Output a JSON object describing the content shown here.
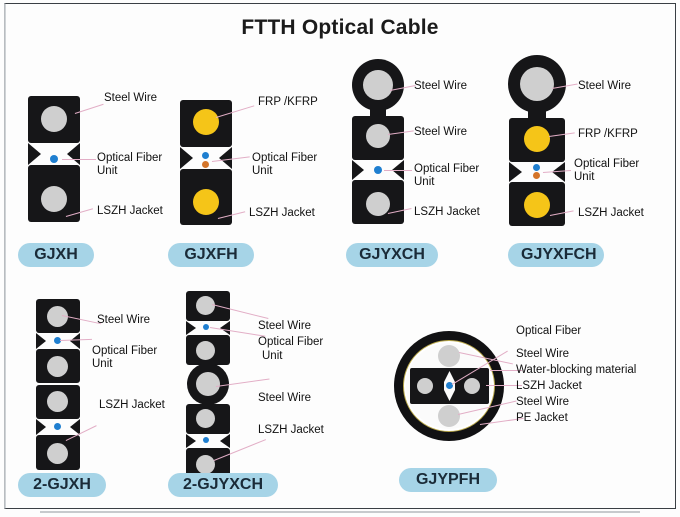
{
  "poster": {
    "title": "FTTH Optical Cable",
    "background_color": "#fdfdfd",
    "border_color": "#3a3f44",
    "pill_color": "#a6d4e7",
    "leader_color": "#e2aec6",
    "jacket_color": "#161618",
    "steel_color": "#cfcfcf",
    "frp_color": "#f5c518",
    "fiber_color": "#1f7fd0",
    "waterblock_color": "#b9a84a"
  },
  "labels": {
    "steel_wire": "Steel Wire",
    "optical_fiber_unit_l1": "Optical Fiber",
    "optical_fiber_unit_l2": "Unit",
    "lszh_jacket": "LSZH Jacket",
    "frp_kfrp": "FRP /KFRP",
    "optical_fiber": "Optical Fiber",
    "water_blocking": "Water-blocking material",
    "pe_jacket": "PE Jacket"
  },
  "cables": [
    {
      "id": "gjxh",
      "name": "GJXH",
      "type": "flat-figure-8",
      "strength_member": "steel-wire",
      "annotations": [
        "Steel Wire",
        "Optical Fiber Unit",
        "LSZH Jacket"
      ]
    },
    {
      "id": "gjxfh",
      "name": "GJXFH",
      "type": "flat-figure-8",
      "strength_member": "frp-kfrp",
      "annotations": [
        "FRP /KFRP",
        "Optical Fiber Unit",
        "LSZH Jacket"
      ]
    },
    {
      "id": "gjyxch",
      "name": "GJYXCH",
      "type": "self-supporting-figure-8",
      "strength_member": "steel-wire",
      "annotations": [
        "Steel Wire",
        "Steel Wire",
        "Optical Fiber Unit",
        "LSZH Jacket"
      ]
    },
    {
      "id": "gjyxfch",
      "name": "GJYXFCH",
      "type": "self-supporting-figure-8",
      "strength_member": "frp-kfrp",
      "annotations": [
        "Steel Wire",
        "FRP /KFRP",
        "Optical Fiber Unit",
        "LSZH Jacket"
      ]
    },
    {
      "id": "2-gjxh",
      "name": "2-GJXH",
      "type": "double-flat-figure-8",
      "strength_member": "steel-wire",
      "annotations": [
        "Steel Wire",
        "Optical Fiber Unit",
        "LSZH Jacket"
      ]
    },
    {
      "id": "2-gjyxch",
      "name": "2-GJYXCH",
      "type": "double-self-supporting",
      "strength_member": "steel-wire",
      "annotations": [
        "Steel Wire",
        "Optical Fiber Unit",
        "Steel Wire",
        "LSZH Jacket"
      ]
    },
    {
      "id": "gjypfh",
      "name": "GJYPFH",
      "type": "round-armored",
      "strength_member": "steel-wire",
      "annotations": [
        "Optical Fiber",
        "Steel Wire",
        "Water-blocking material",
        "LSZH Jacket",
        "Steel Wire",
        "PE Jacket"
      ]
    }
  ]
}
